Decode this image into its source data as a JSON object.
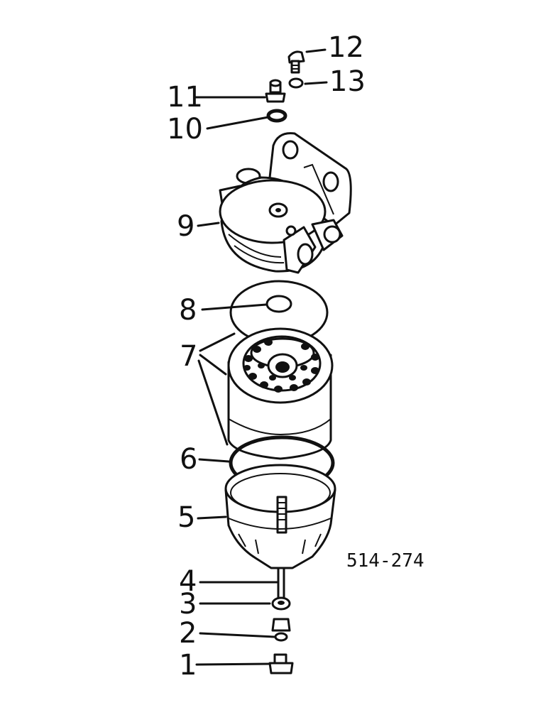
{
  "figure": {
    "reference": "514-274",
    "callouts": [
      {
        "id": "1",
        "label": "1"
      },
      {
        "id": "2",
        "label": "2"
      },
      {
        "id": "3",
        "label": "3"
      },
      {
        "id": "4",
        "label": "4"
      },
      {
        "id": "5",
        "label": "5"
      },
      {
        "id": "6",
        "label": "6"
      },
      {
        "id": "7",
        "label": "7"
      },
      {
        "id": "8",
        "label": "8"
      },
      {
        "id": "9",
        "label": "9"
      },
      {
        "id": "10",
        "label": "10"
      },
      {
        "id": "11",
        "label": "11"
      },
      {
        "id": "12",
        "label": "12"
      },
      {
        "id": "13",
        "label": "13"
      }
    ]
  }
}
